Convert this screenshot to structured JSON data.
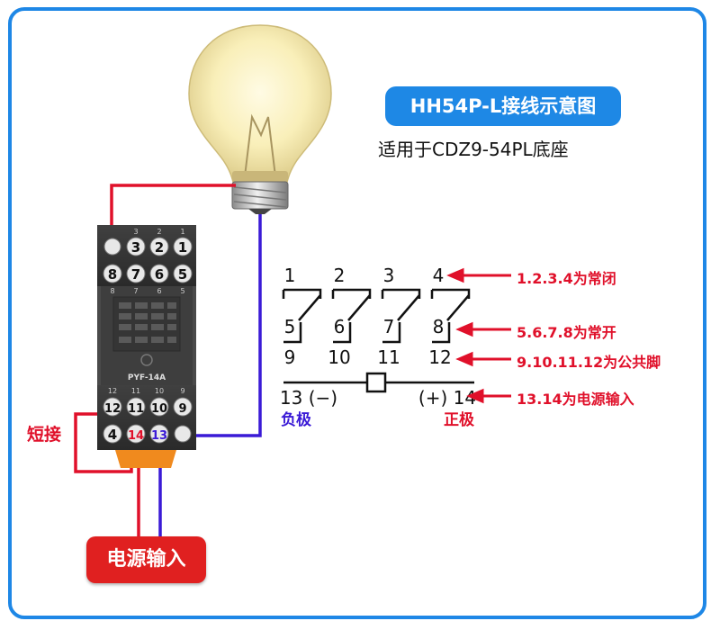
{
  "title": "HH54P-L接线示意图",
  "subtitle": "适用于CDZ9-54PL底座",
  "power_input": "电源输入",
  "short_label": "短接",
  "base": {
    "model": "PYF-14A",
    "top_terminals_row1": [
      "3",
      "2",
      "1"
    ],
    "top_terminals_row2": [
      "8",
      "7",
      "6",
      "5"
    ],
    "top_small_row1": [
      "3",
      "2",
      "1"
    ],
    "top_small_row2": [
      "8",
      "7",
      "6",
      "5"
    ],
    "bottom_small_row": [
      "12",
      "11",
      "10",
      "9"
    ],
    "bottom_terminals_row1": [
      "12",
      "11",
      "10",
      "9"
    ],
    "bottom_terminals_row2": [
      "4",
      "14",
      "13"
    ]
  },
  "schematic": {
    "top_numbers": [
      "1",
      "2",
      "3",
      "4"
    ],
    "mid_numbers": [
      "5",
      "6",
      "7",
      "8"
    ],
    "common_numbers": [
      "9",
      "10",
      "11",
      "12"
    ],
    "coil_left": "13 (−)",
    "coil_right": "(+) 14",
    "neg_label": "负极",
    "pos_label": "正极"
  },
  "annotations": [
    "1.2.3.4为常闭",
    "5.6.7.8为常开",
    "9.10.11.12为公共脚",
    "13.14为电源输入"
  ],
  "colors": {
    "frame": "#1e87e6",
    "accent_blue": "#1e88e5",
    "red_wire": "#e0102a",
    "blue_wire": "#3a1ad6"
  }
}
